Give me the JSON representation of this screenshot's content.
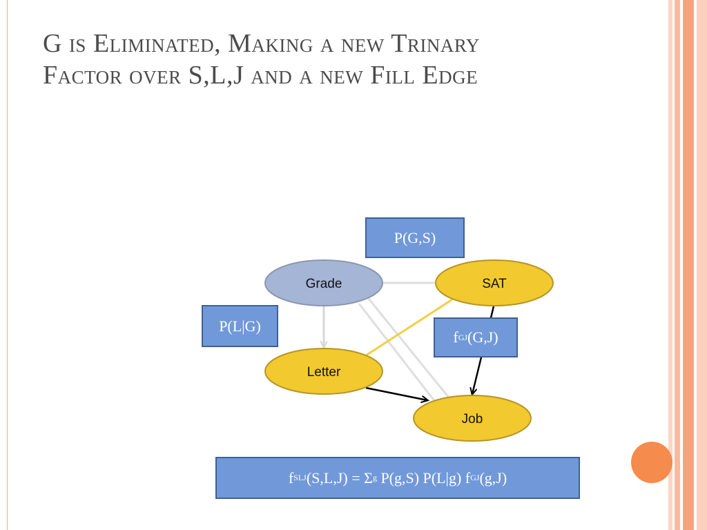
{
  "slide": {
    "title_line1": "G is Eliminated, Making a new Trinary",
    "title_line2": "Factor over S,L,J and a new Fill Edge"
  },
  "nodes": {
    "grade": "Grade",
    "sat": "SAT",
    "letter": "Letter",
    "job": "Job"
  },
  "factors": {
    "pgs": "P(G,S)",
    "plg": "P(L|G)",
    "fgj": {
      "f": "f",
      "sub": "GJ",
      "args": "(G,J)"
    },
    "fslj": {
      "f": "f",
      "sub": "SLJ",
      "args": "(S,L,J) = ",
      "sigma": "Σ",
      "sigma_sub": "g",
      "terms": " P(g,S) P(L|g) ",
      "f2": "f",
      "f2_sub": "GJ",
      "f2_args": "(g,J)"
    }
  },
  "colors": {
    "grade_fill": "#a5b5d6",
    "node_fill": "#f2c92e",
    "fill_edge": "#f0cf45",
    "factor_box": "#7199d9",
    "accent_dot": "#f58b4c"
  }
}
